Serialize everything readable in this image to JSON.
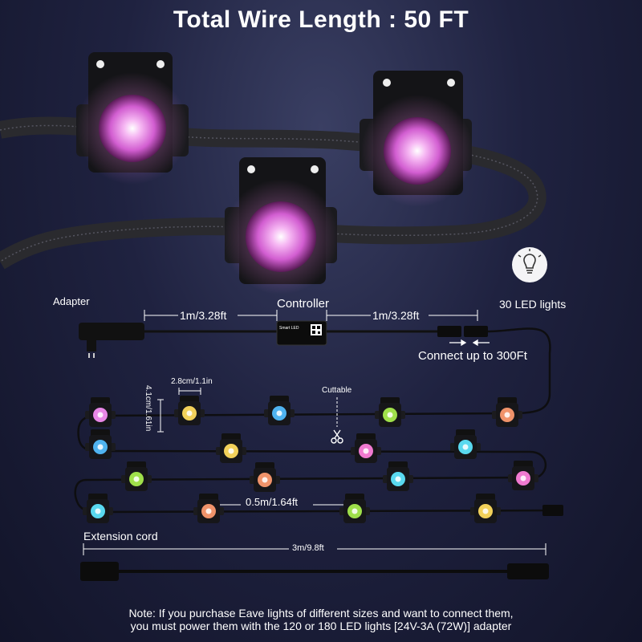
{
  "title": "Total Wire Length : 50 FT",
  "labels": {
    "adapter": "Adapter",
    "controller": "Controller",
    "cable_left": "1m/3.28ft",
    "cable_right": "1m/3.28ft",
    "led_count": "30 LED lights",
    "connect": "Connect up to 300Ft",
    "width": "2.8cm/1.1in",
    "height": "4.1cm/1.61in",
    "cuttable": "Cuttable",
    "spacing": "0.5m/1.64ft",
    "extension": "Extension cord",
    "extension_length": "3m/9.8ft",
    "controller_brand": "Smart LED"
  },
  "note": {
    "line1": "Note: If you purchase Eave lights of different sizes and want to connect them,",
    "line2": "you must power them with the 120 or 180 LED lights [24V-3A (72W)] adapter"
  },
  "colors": {
    "pink": "#e887e6",
    "yellow": "#f2d15a",
    "blue": "#4fb3ef",
    "green": "#9fe04a",
    "orange": "#f0936a",
    "cyan": "#59d9ef",
    "magenta": "#f07ad0"
  },
  "icons": {
    "bulb": "bulb-icon",
    "scissors": "scissors-icon"
  }
}
